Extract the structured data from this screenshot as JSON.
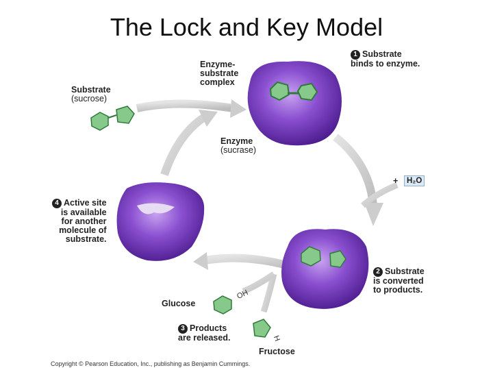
{
  "title": "The Lock and Key Model",
  "labels": {
    "complex": [
      "Enzyme-",
      "substrate",
      "complex"
    ],
    "substrate": {
      "name": "Substrate",
      "note": "(sucrose)"
    },
    "enzyme": {
      "name": "Enzyme",
      "note": "(sucrase)"
    },
    "glucose": "Glucose",
    "fructose": "Fructose",
    "water_plus": "+",
    "water": "H₂O"
  },
  "steps": [
    {
      "num": "1",
      "lines": [
        "Substrate",
        "binds to enzyme."
      ]
    },
    {
      "num": "2",
      "lines": [
        "Substrate",
        "is converted",
        "to products."
      ]
    },
    {
      "num": "3",
      "lines": [
        "Products",
        "are released."
      ]
    },
    {
      "num": "4",
      "lines": [
        "Active site",
        "is available",
        "for another",
        "molecule of",
        "substrate."
      ]
    }
  ],
  "groups": {
    "oh": "OH",
    "h": "H"
  },
  "copyright": "Copyright © Pearson Education, Inc., publishing as Benjamin Cummings.",
  "colors": {
    "enzyme_dark": "#4a1a8c",
    "enzyme_mid": "#7b3fc4",
    "enzyme_light": "#b28ae6",
    "substrate": "#86c98a",
    "substrate_dark": "#2f7a3a",
    "arrow": "#cfcfcf"
  }
}
